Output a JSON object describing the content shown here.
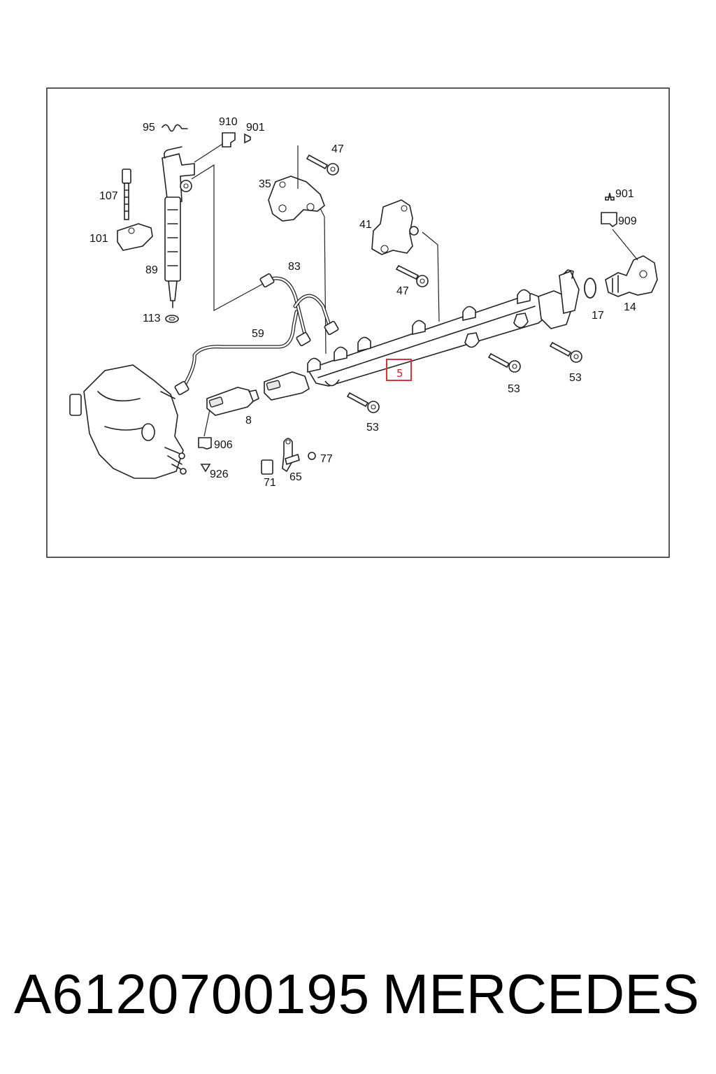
{
  "diagram": {
    "callouts": {
      "c95": "95",
      "c910": "910",
      "c901a": "901",
      "c47a": "47",
      "c35": "35",
      "c107": "107",
      "c101": "101",
      "c89": "89",
      "c113": "113",
      "c83": "83",
      "c41": "41",
      "c901b": "901",
      "c909": "909",
      "c47b": "47",
      "c59": "59",
      "c17": "17",
      "c14": "14",
      "c5": "5",
      "c53a": "53",
      "c53b": "53",
      "c53c": "53",
      "c8": "8",
      "c906": "906",
      "c77": "77",
      "c926": "926",
      "c71": "71",
      "c65": "65"
    },
    "highlight_color": "#d9343c"
  },
  "caption": {
    "part_number": "A6120700195",
    "brand": "MERCEDES"
  }
}
